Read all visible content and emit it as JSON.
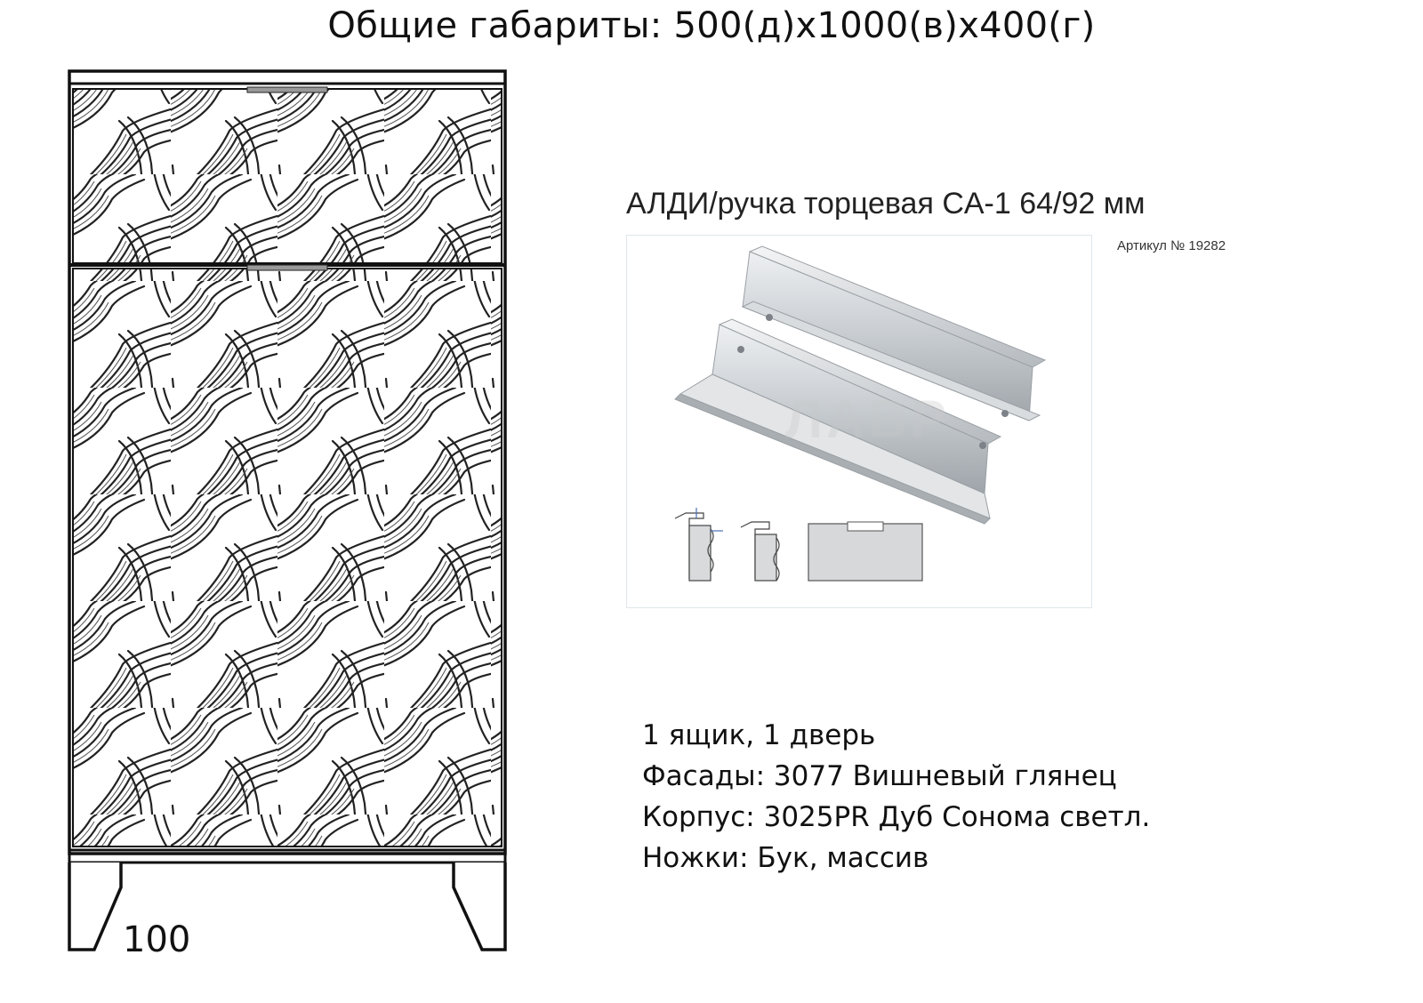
{
  "title": "Общие габариты: 500(д)x1000(в)x400(г)",
  "leg_dimension": "100",
  "handle": {
    "name": "АЛДИ/ручка торцевая CA-1 64/92 мм",
    "article": "Артикул № 19282",
    "watermark": "ЛАВР"
  },
  "specs": [
    "1 ящик, 1 дверь",
    "Фасады: 3077 Вишневый глянец",
    "Корпус: 3025PR Дуб Сонома светл.",
    "Ножки: Бук, массив"
  ],
  "colors": {
    "line": "#111111",
    "handle_metal": "#c9cdd0",
    "box_border": "#dfe6ea"
  }
}
